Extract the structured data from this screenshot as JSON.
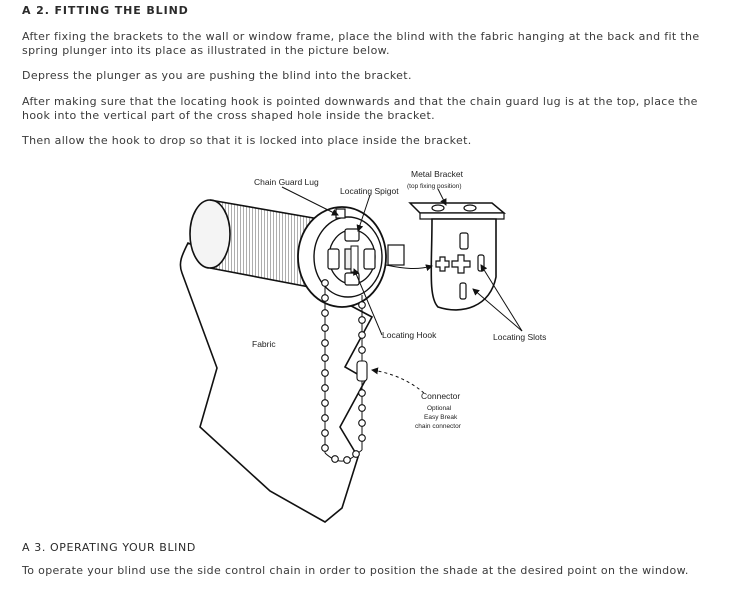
{
  "section_a2": {
    "heading": "A 2. FITTING THE BLIND",
    "paragraphs": [
      "After fixing the brackets to the wall or window frame, place the blind with the fabric hanging at the back and fit the spring plunger into its place as illustrated in the picture below.",
      "Depress the plunger as you are pushing the blind into the bracket.",
      "After making sure that the locating hook is pointed downwards and that the chain guard lug is at the top, place the hook into the vertical part of the cross shaped hole inside the bracket.",
      "Then allow the hook to drop so that it is locked into place inside the bracket."
    ]
  },
  "diagram": {
    "labels": {
      "chain_guard_lug": "Chain Guard Lug",
      "locating_spigot": "Locating Spigot",
      "metal_bracket": "Metal Bracket",
      "metal_bracket_note": "(top fixing position)",
      "fabric": "Fabric",
      "locating_hook": "Locating Hook",
      "locating_slots": "Locating Slots",
      "connector": "Connector",
      "connector_note_1": "Optional",
      "connector_note_2": "Easy Break",
      "connector_note_3": "chain connector"
    }
  },
  "section_a3": {
    "heading": "A 3. OPERATING YOUR BLIND",
    "paragraph": "To operate your blind use the side control chain in order to position the shade at the desired point on the window."
  }
}
